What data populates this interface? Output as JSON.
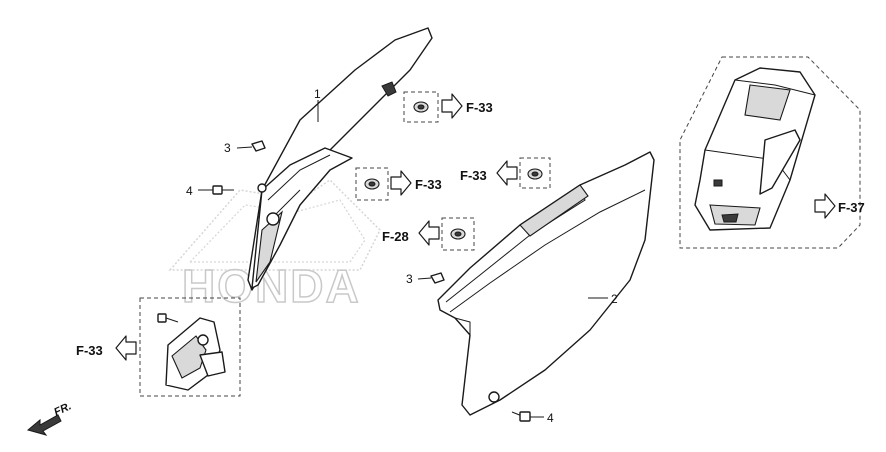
{
  "callouts": {
    "part_1": "1",
    "part_2": "2",
    "part_3_upper": "3",
    "part_3_lower": "3",
    "part_4_upper": "4",
    "part_4_lower": "4"
  },
  "refs": {
    "ref_a": "F-33",
    "ref_b": "F-33",
    "ref_c": "F-33",
    "ref_d": "F-28",
    "ref_e": "F-33",
    "ref_f": "F-37"
  },
  "watermark": "HONDA",
  "front_label": "FR."
}
